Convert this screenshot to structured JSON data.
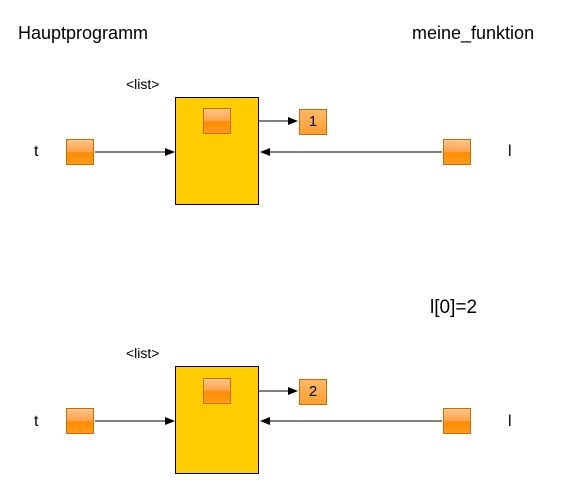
{
  "header": {
    "left_title": "Hauptprogramm",
    "right_title": "meine_funktion"
  },
  "panel_top": {
    "type_label": "<list>",
    "left_var": "t",
    "right_var": "l",
    "element_value": "1"
  },
  "panel_bottom": {
    "statement": "l[0]=2",
    "type_label": "<list>",
    "left_var": "t",
    "right_var": "l",
    "element_value": "2"
  },
  "colors": {
    "list_fill": "#ffcc00",
    "variable_orange": "#ff8c00",
    "arrow": "#000000"
  }
}
